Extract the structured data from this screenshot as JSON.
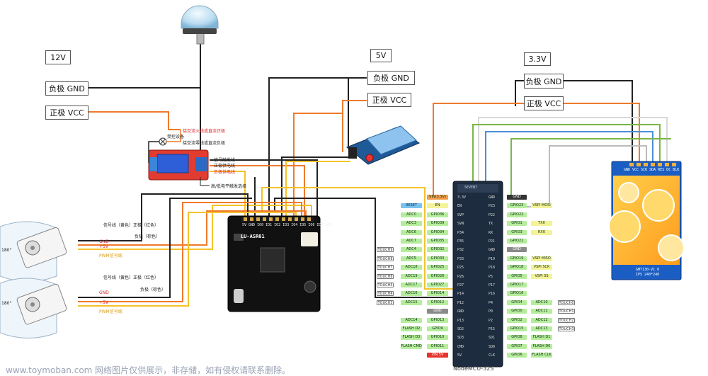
{
  "rails": {
    "v12": "12V",
    "v5": "5V",
    "v33": "3.3V",
    "gnd": "负极 GND",
    "vcc": "正极 VCC"
  },
  "relay": {
    "controlled": "受控设备",
    "label_top": "接交流火线或直流正极",
    "label_mid": "接交流零线或直流负极",
    "in_signal": "信号触发线",
    "in_pos": "正极供电线",
    "in_neg": "负极供电线",
    "trigger": "高/低电平触发选择"
  },
  "servos": {
    "sig_line": "信号线（黄色）正极（红色）",
    "neg_line": "负极（棕色）",
    "pwm": "PWM信号线",
    "plus": "+5V",
    "gnd": "GND",
    "angle": "180°"
  },
  "asr": {
    "name": "LU-ASR01",
    "pins": "5V GND IO0 IO1 IO2 IO3 IO4 IO5 IO6 IO7 IO8"
  },
  "mcu": {
    "name": "NodeMCU-32S",
    "brand": "SEVENT",
    "left_row1": [
      {
        "a": "",
        "b": "VIN(3.3V)",
        "bc": "o",
        "ac": ""
      },
      {
        "a": "RESET",
        "b": "EN",
        "bc": "y",
        "ac": "b"
      },
      {
        "a": "ADC0",
        "b": "GPIO36",
        "bc": "g",
        "ac": "g"
      },
      {
        "a": "ADC3",
        "b": "GPIO39",
        "bc": "g",
        "ac": "g"
      },
      {
        "a": "ADC6",
        "b": "GPIO34",
        "bc": "g",
        "ac": "g"
      },
      {
        "a": "ADC7",
        "b": "GPIO35",
        "bc": "g",
        "ac": "g"
      },
      {
        "a": "ADC4",
        "b": "GPIO32",
        "bc": "g",
        "ac": "g"
      },
      {
        "a": "ADC5",
        "b": "GPIO33",
        "bc": "g",
        "ac": "g"
      },
      {
        "a": "ADC18",
        "b": "GPIO25",
        "bc": "g",
        "ac": "g"
      },
      {
        "a": "ADC19",
        "b": "GPIO26",
        "bc": "g",
        "ac": "g"
      },
      {
        "a": "ADC17",
        "b": "GPIO27",
        "bc": "g",
        "ac": "g"
      },
      {
        "a": "ADC16",
        "b": "GPIO14",
        "bc": "g",
        "ac": "g"
      },
      {
        "a": "ADC15",
        "b": "GPIO12",
        "bc": "g",
        "ac": "g"
      },
      {
        "a": "",
        "b": "GND",
        "bc": "gr",
        "ac": ""
      },
      {
        "a": "ADC14",
        "b": "GPIO13",
        "bc": "g",
        "ac": "g"
      },
      {
        "a": "FLASH D2",
        "b": "GPIO9",
        "bc": "g",
        "ac": "g"
      },
      {
        "a": "FLASH D3",
        "b": "GPIO10",
        "bc": "g",
        "ac": "g"
      },
      {
        "a": "FLASH CMD",
        "b": "GPIO11",
        "bc": "g",
        "ac": "g"
      },
      {
        "a": "",
        "b": "VIN 5V",
        "bc": "r",
        "ac": ""
      }
    ],
    "left_touch": [
      "TOUCH9",
      "TOUCH8",
      "TOUCH7",
      "TOUCH6",
      "TOUCH5",
      "TOUCH4",
      "TOUCH3"
    ],
    "left_inner": [
      "3.3V",
      "EN",
      "SVP",
      "SVN",
      "P34",
      "P35",
      "P32",
      "P33",
      "P25",
      "P26",
      "P27",
      "P14",
      "P12",
      "GND",
      "P13",
      "SD2",
      "SD3",
      "CMD",
      "5V"
    ],
    "right_inner": [
      "GND",
      "P23",
      "P22",
      "TX",
      "RX",
      "P21",
      "GND",
      "P19",
      "P18",
      "P5",
      "P17",
      "P16",
      "P4",
      "P0",
      "P2",
      "P15",
      "SD1",
      "SD0",
      "CLK"
    ],
    "right_row1": [
      {
        "a": "GND",
        "ac": "dk",
        "b": "",
        "bc": ""
      },
      {
        "a": "GPIO23",
        "ac": "g",
        "b": "VSPI MOSI",
        "bc": "y"
      },
      {
        "a": "GPIO22",
        "ac": "g",
        "b": "",
        "bc": ""
      },
      {
        "a": "GPIO1",
        "ac": "g",
        "b": "TX0",
        "bc": "y"
      },
      {
        "a": "GPIO3",
        "ac": "g",
        "b": "RX0",
        "bc": "y"
      },
      {
        "a": "GPIO21",
        "ac": "g",
        "b": "",
        "bc": ""
      },
      {
        "a": "GND",
        "ac": "gr",
        "b": "",
        "bc": ""
      },
      {
        "a": "GPIO19",
        "ac": "g",
        "b": "VSPI MISO",
        "bc": "y"
      },
      {
        "a": "GPIO18",
        "ac": "g",
        "b": "VSPI SCK",
        "bc": "y"
      },
      {
        "a": "GPIO5",
        "ac": "g",
        "b": "VSPI SS",
        "bc": "y"
      },
      {
        "a": "GPIO17",
        "ac": "g",
        "b": "",
        "bc": ""
      },
      {
        "a": "GPIO16",
        "ac": "g",
        "b": "",
        "bc": ""
      },
      {
        "a": "GPIO4",
        "ac": "g",
        "b": "ADC10",
        "bc": "g"
      },
      {
        "a": "GPIO0",
        "ac": "g",
        "b": "ADC11",
        "bc": "g"
      },
      {
        "a": "GPIO2",
        "ac": "g",
        "b": "ADC12",
        "bc": "g"
      },
      {
        "a": "GPIO15",
        "ac": "g",
        "b": "ADC13",
        "bc": "g"
      },
      {
        "a": "GPIO8",
        "ac": "g",
        "b": "FLASH D1",
        "bc": "g"
      },
      {
        "a": "GPIO7",
        "ac": "g",
        "b": "FLASH D0",
        "bc": "g"
      },
      {
        "a": "GPIO6",
        "ac": "g",
        "b": "FLASH CLK",
        "bc": "g"
      }
    ],
    "right_touch": [
      "TOUCH0",
      "TOUCH1",
      "TOUCH2",
      "TOUCH3"
    ]
  },
  "lcd": {
    "pins": "GND VCC SCK SDA RES DC BLK",
    "model": "GMT130-V1.0",
    "spec": "IPS 240*240"
  },
  "watermark": "www.toymoban.com 网络图片仅供展示，非存储，如有侵权请联系删除。"
}
